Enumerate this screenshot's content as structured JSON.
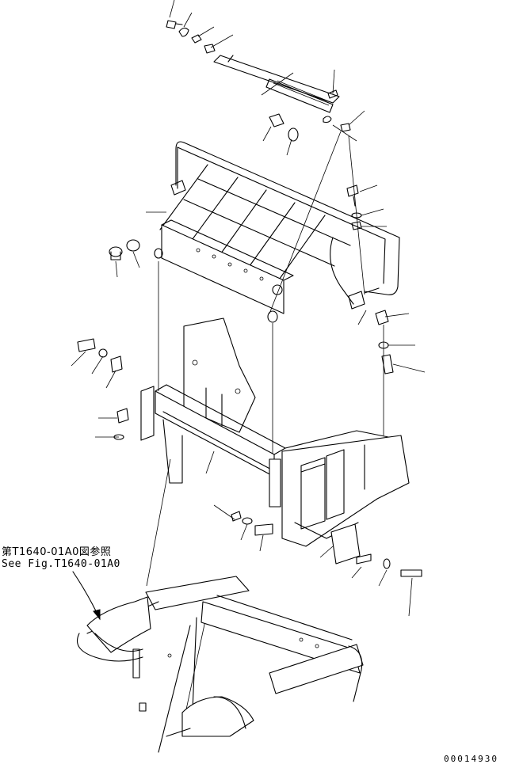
{
  "reference": {
    "japanese": "第T1640-01A0図参照",
    "english": "See Fig.T1640-01A0"
  },
  "drawing_number": "00014930"
}
